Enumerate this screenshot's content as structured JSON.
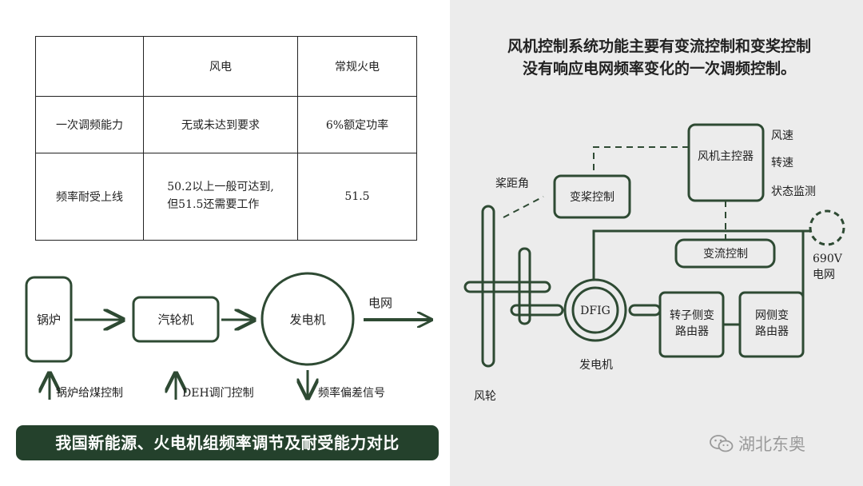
{
  "table": {
    "headers": [
      "",
      "风电",
      "常规火电"
    ],
    "rows": [
      {
        "label": "一次调频能力",
        "wind": "无或未达到要求",
        "thermal": "6%额定功率"
      },
      {
        "label": "频率耐受上线",
        "wind_line1": "50.2以上一般可达到,",
        "wind_line2": "但51.5还需要工作",
        "thermal": "51.5"
      }
    ]
  },
  "thermal_flow": {
    "boiler": "锅炉",
    "turbine": "汽轮机",
    "generator": "发电机",
    "grid": "电网",
    "boiler_ctrl": "锅炉给煤控制",
    "deh_ctrl": "DEH调门控制",
    "freq_signal": "频率偏差信号"
  },
  "caption": "我国新能源、火电机组频率调节及耐受能力对比",
  "right_title": {
    "line1": "风机控制系统功能主要有变流控制和变奖控制",
    "line2": "没有响应电网频率变化的一次调频控制。"
  },
  "wind_diagram": {
    "main_controller": "风机主控器",
    "inputs": [
      "风速",
      "转速",
      "状态监测"
    ],
    "pitch_angle": "桨距角",
    "pitch_ctrl": "变桨控制",
    "converter_ctrl": "变流控制",
    "grid_voltage": "690V",
    "grid": "电网",
    "dfig": "DFIG",
    "rotor_conv_l1": "转子侧变",
    "rotor_conv_l2": "路由器",
    "grid_conv_l1": "网侧变",
    "grid_conv_l2": "路由器",
    "generator": "发电机",
    "rotor": "风轮"
  },
  "watermark": "湖北东奥",
  "colors": {
    "accent": "#24412c",
    "stroke": "#2e4a33",
    "right_bg": "#ececec"
  }
}
